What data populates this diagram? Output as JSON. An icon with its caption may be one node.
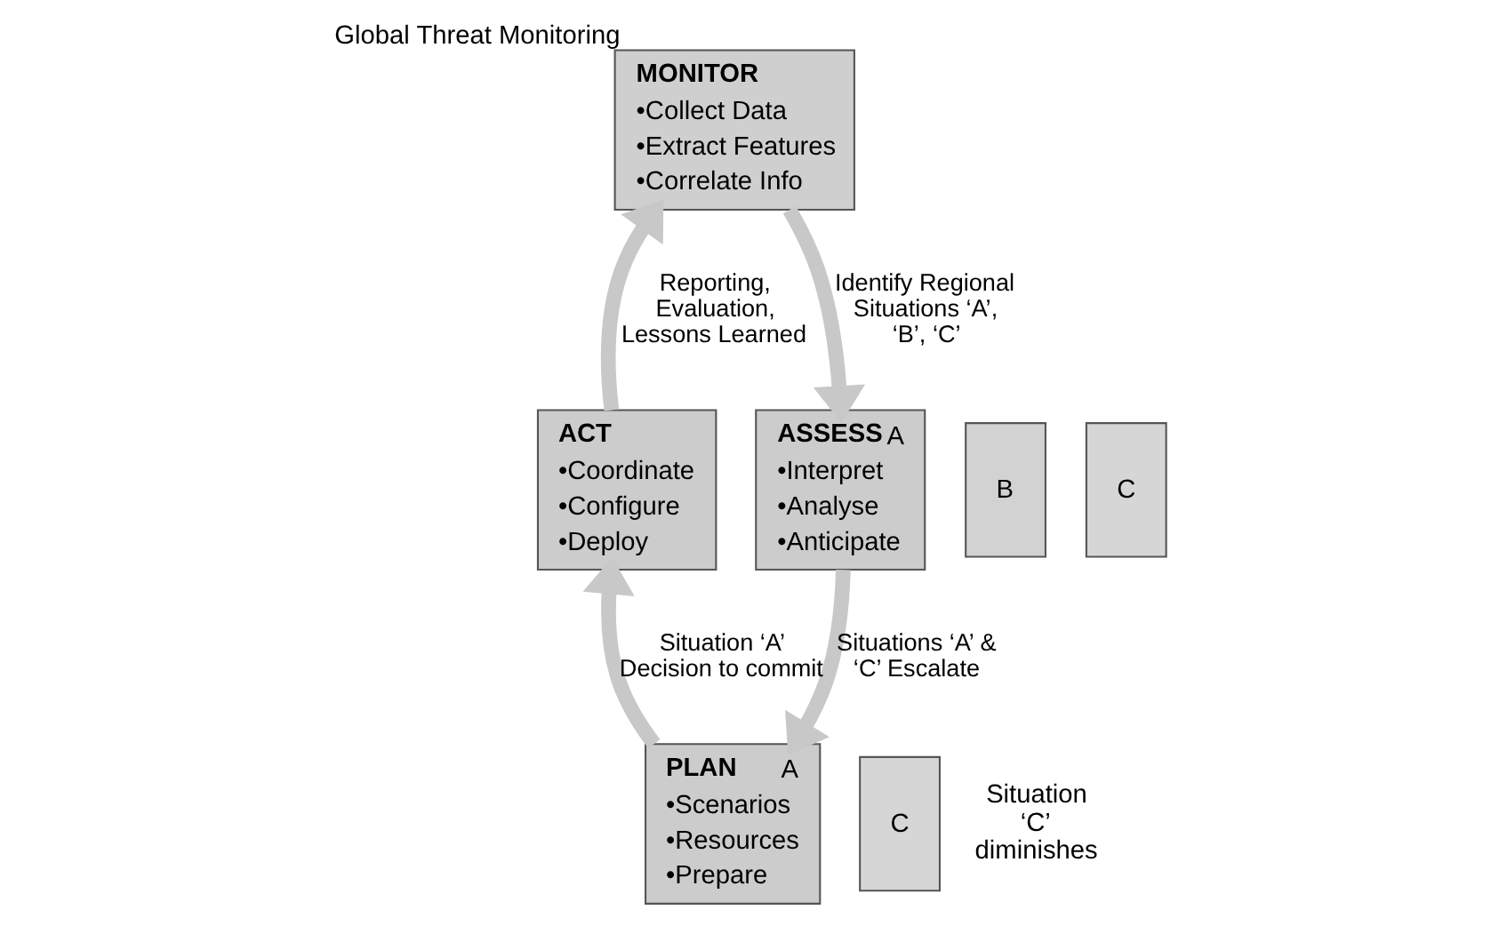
{
  "diagram": {
    "nodes": [
      {
        "text": [
          "MONITOR",
          "•Collect Data •Extract Features •Correlate Info"
        ],
        "beside": [
          "Global Threat Monitoring"
        ]
      },
      {
        "text": [
          "C"
        ]
      },
      {
        "text": [
          "B"
        ]
      },
      {
        "text": [
          "ASSESS",
          "A",
          "•Interpret •Analyse •Anticipate"
        ]
      },
      {
        "text": [
          "C"
        ]
      },
      {
        "text": [
          "PLAN",
          "A",
          "•Scenarios •Resources •Prepare"
        ]
      },
      {
        "text": [
          "ACT",
          "•Coordinate •Configure •Deploy"
        ]
      }
    ],
    "edges": [
      {
        "from": 0,
        "to": 3,
        "arrow": "to",
        "label": "Identify Regional Situations ‘A’, ‘B’, ‘C’"
      },
      {
        "from": 3,
        "to": 5,
        "arrow": "to",
        "label": "Situations ‘A’ & ‘C’ Escalate"
      },
      {
        "from": 5,
        "to": 6,
        "arrow": "to",
        "label": "Situation ‘A’ Decision to commit"
      },
      {
        "from": 6,
        "to": 0,
        "arrow": "to",
        "label": "Reporting, Evaluation, Lessons Learned"
      }
    ],
    "labels": [
      "Situation ‘C’ diminishes"
    ]
  }
}
